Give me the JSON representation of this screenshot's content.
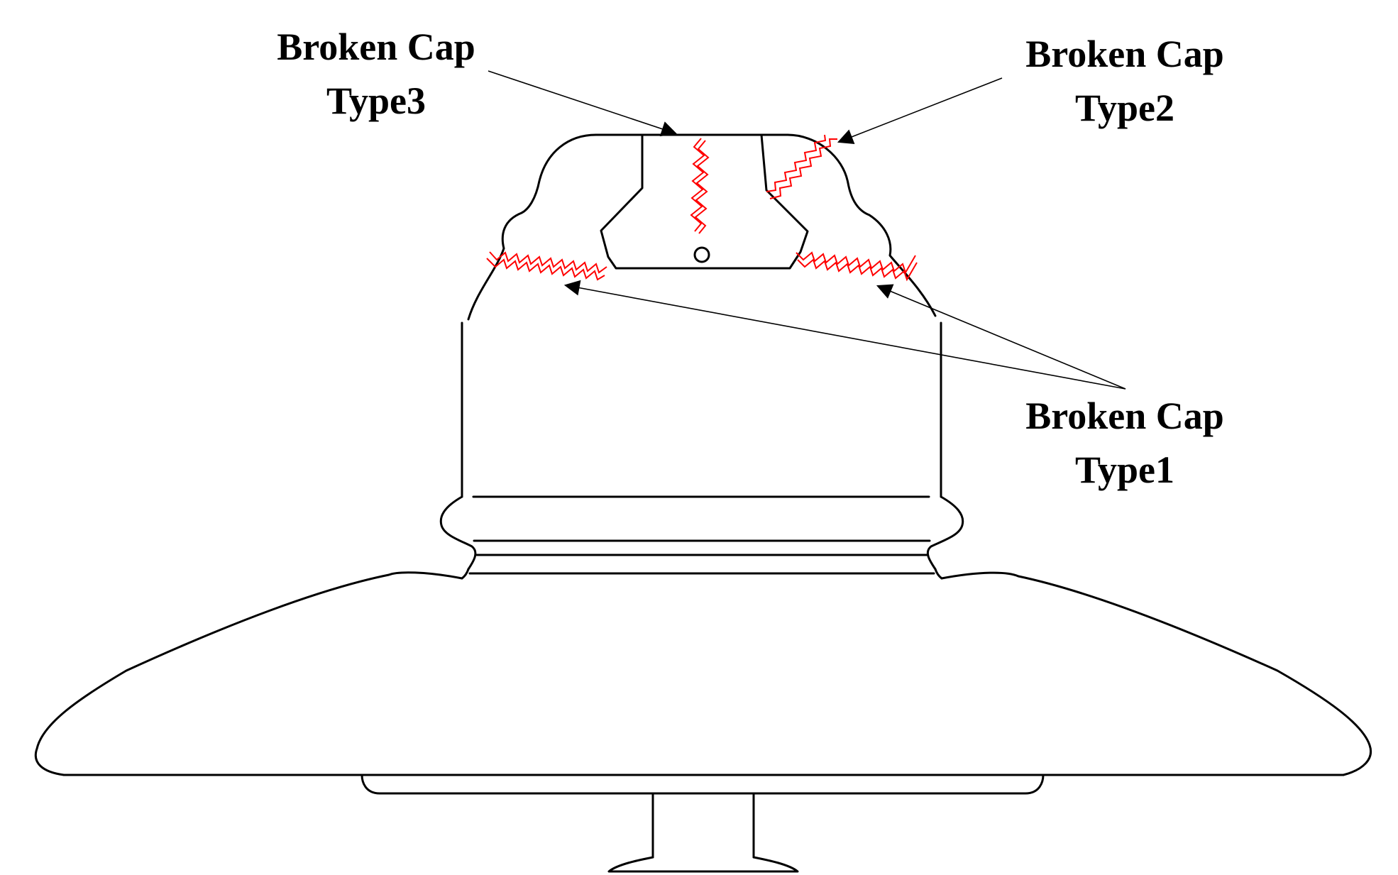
{
  "diagram": {
    "labels": {
      "type3": {
        "line1": "Broken Cap",
        "line2": "Type3"
      },
      "type2": {
        "line1": "Broken Cap",
        "line2": "Type2"
      },
      "type1": {
        "line1": "Broken Cap",
        "line2": "Type1"
      }
    },
    "colors": {
      "outline": "#000000",
      "crack": "#ff0000",
      "text": "#000000",
      "background": "#ffffff"
    }
  }
}
